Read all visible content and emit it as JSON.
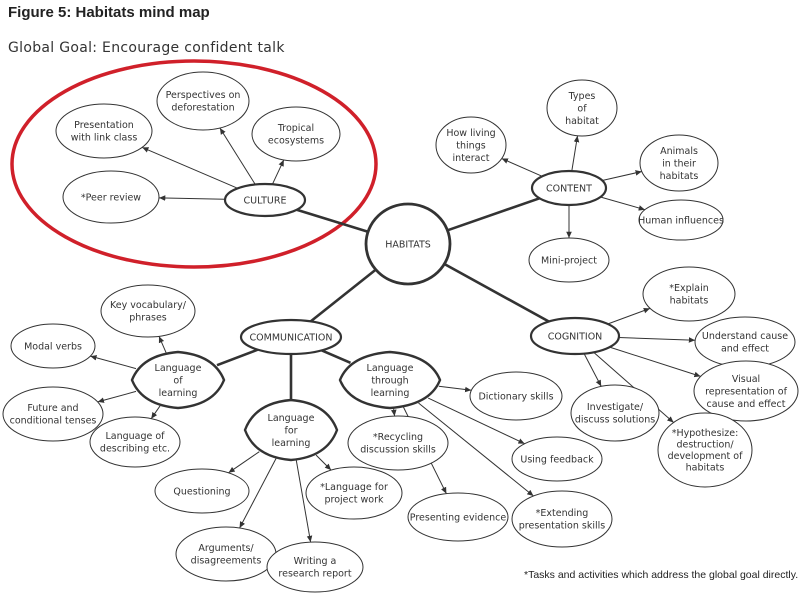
{
  "title": "Figure 5: Habitats mind map",
  "global_goal": "Global Goal: Encourage confident talk",
  "footnote": "*Tasks and activities which address the global goal directly.",
  "colors": {
    "ink": "#333333",
    "highlight_ring": "#d0202a",
    "background": "#ffffff"
  },
  "nodes": [
    {
      "id": "habitats",
      "lines": [
        "HABITATS"
      ],
      "shape": "hub"
    },
    {
      "id": "culture",
      "lines": [
        "CULTURE"
      ],
      "shape": "category"
    },
    {
      "id": "content",
      "lines": [
        "CONTENT"
      ],
      "shape": "category"
    },
    {
      "id": "communication",
      "lines": [
        "COMMUNICATION"
      ],
      "shape": "category"
    },
    {
      "id": "cognition",
      "lines": [
        "COGNITION"
      ],
      "shape": "category"
    },
    {
      "id": "presentation",
      "lines": [
        "Presentation",
        "with link class"
      ],
      "shape": "leaf"
    },
    {
      "id": "perspectives",
      "lines": [
        "Perspectives on",
        "deforestation"
      ],
      "shape": "leaf"
    },
    {
      "id": "tropical",
      "lines": [
        "Tropical",
        "ecosystems"
      ],
      "shape": "leaf"
    },
    {
      "id": "peer_review",
      "lines": [
        "*Peer review"
      ],
      "shape": "leaf"
    },
    {
      "id": "living_things",
      "lines": [
        "How living",
        "things",
        "interact"
      ],
      "shape": "leaf"
    },
    {
      "id": "types_habitat",
      "lines": [
        "Types",
        "of",
        "habitat"
      ],
      "shape": "leaf"
    },
    {
      "id": "animals",
      "lines": [
        "Animals",
        "in their",
        "habitats"
      ],
      "shape": "leaf"
    },
    {
      "id": "human_influences",
      "lines": [
        "Human influences"
      ],
      "shape": "leaf"
    },
    {
      "id": "mini_project",
      "lines": [
        "Mini-project"
      ],
      "shape": "leaf"
    },
    {
      "id": "key_vocab",
      "lines": [
        "Key vocabulary/",
        "phrases"
      ],
      "shape": "leaf"
    },
    {
      "id": "modal_verbs",
      "lines": [
        "Modal verbs"
      ],
      "shape": "leaf"
    },
    {
      "id": "future_cond",
      "lines": [
        "Future and",
        "conditional tenses"
      ],
      "shape": "leaf"
    },
    {
      "id": "lang_describing",
      "lines": [
        "Language of",
        "describing etc."
      ],
      "shape": "leaf"
    },
    {
      "id": "lang_of_learning",
      "lines": [
        "Language",
        "of",
        "learning"
      ],
      "shape": "diamond"
    },
    {
      "id": "lang_for_learning",
      "lines": [
        "Language",
        "for",
        "learning"
      ],
      "shape": "diamond"
    },
    {
      "id": "lang_through_learning",
      "lines": [
        "Language",
        "through",
        "learning"
      ],
      "shape": "diamond"
    },
    {
      "id": "questioning",
      "lines": [
        "Questioning"
      ],
      "shape": "leaf"
    },
    {
      "id": "lang_project",
      "lines": [
        "*Language for",
        "project work"
      ],
      "shape": "leaf"
    },
    {
      "id": "arguments",
      "lines": [
        "Arguments/",
        "disagreements"
      ],
      "shape": "leaf"
    },
    {
      "id": "writing_report",
      "lines": [
        "Writing a",
        "research report"
      ],
      "shape": "leaf"
    },
    {
      "id": "dictionary",
      "lines": [
        "Dictionary skills"
      ],
      "shape": "leaf"
    },
    {
      "id": "recycling",
      "lines": [
        "*Recycling",
        "discussion skills"
      ],
      "shape": "leaf"
    },
    {
      "id": "using_feedback",
      "lines": [
        "Using feedback"
      ],
      "shape": "leaf"
    },
    {
      "id": "presenting_evidence",
      "lines": [
        "Presenting evidence"
      ],
      "shape": "leaf"
    },
    {
      "id": "extending",
      "lines": [
        "*Extending",
        "presentation skills"
      ],
      "shape": "leaf"
    },
    {
      "id": "explain_habitats",
      "lines": [
        "*Explain",
        "habitats"
      ],
      "shape": "leaf"
    },
    {
      "id": "cause_effect",
      "lines": [
        "Understand cause",
        "and effect"
      ],
      "shape": "leaf"
    },
    {
      "id": "visual_rep",
      "lines": [
        "Visual",
        "representation of",
        "cause and effect"
      ],
      "shape": "leaf"
    },
    {
      "id": "investigate",
      "lines": [
        "Investigate/",
        "discuss solutions"
      ],
      "shape": "leaf"
    },
    {
      "id": "hypothesize",
      "lines": [
        "*Hypothesize:",
        "destruction/",
        "development of",
        "habitats"
      ],
      "shape": "leaf"
    }
  ],
  "edges": [
    [
      "habitats",
      "culture"
    ],
    [
      "habitats",
      "content"
    ],
    [
      "habitats",
      "communication"
    ],
    [
      "habitats",
      "cognition"
    ],
    [
      "culture",
      "presentation"
    ],
    [
      "culture",
      "perspectives"
    ],
    [
      "culture",
      "tropical"
    ],
    [
      "culture",
      "peer_review"
    ],
    [
      "content",
      "living_things"
    ],
    [
      "content",
      "types_habitat"
    ],
    [
      "content",
      "animals"
    ],
    [
      "content",
      "human_influences"
    ],
    [
      "content",
      "mini_project"
    ],
    [
      "communication",
      "lang_of_learning"
    ],
    [
      "communication",
      "lang_for_learning"
    ],
    [
      "communication",
      "lang_through_learning"
    ],
    [
      "lang_of_learning",
      "key_vocab"
    ],
    [
      "lang_of_learning",
      "modal_verbs"
    ],
    [
      "lang_of_learning",
      "future_cond"
    ],
    [
      "lang_of_learning",
      "lang_describing"
    ],
    [
      "lang_for_learning",
      "questioning"
    ],
    [
      "lang_for_learning",
      "lang_project"
    ],
    [
      "lang_for_learning",
      "arguments"
    ],
    [
      "lang_for_learning",
      "writing_report"
    ],
    [
      "lang_through_learning",
      "dictionary"
    ],
    [
      "lang_through_learning",
      "recycling"
    ],
    [
      "lang_through_learning",
      "using_feedback"
    ],
    [
      "lang_through_learning",
      "presenting_evidence"
    ],
    [
      "lang_through_learning",
      "extending"
    ],
    [
      "cognition",
      "explain_habitats"
    ],
    [
      "cognition",
      "cause_effect"
    ],
    [
      "cognition",
      "visual_rep"
    ],
    [
      "cognition",
      "investigate"
    ],
    [
      "cognition",
      "hypothesize"
    ]
  ]
}
